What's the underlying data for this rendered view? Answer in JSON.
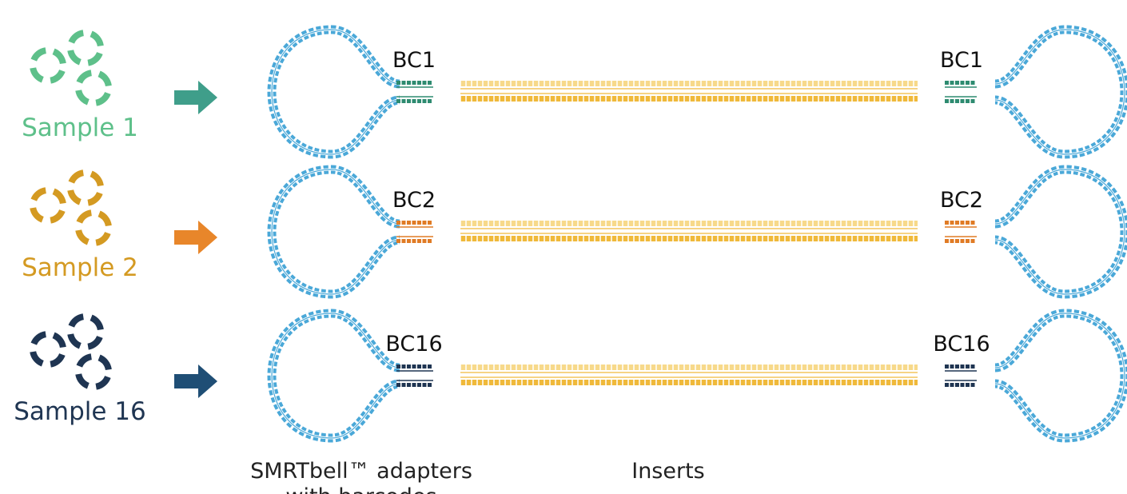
{
  "rows": [
    {
      "sample_label": "Sample 1",
      "barcode_left": "BC1",
      "barcode_right": "BC1",
      "color": "#5ec08a",
      "arrow_color": "#3f9e8a",
      "barcode_color": "#2e8b70"
    },
    {
      "sample_label": "Sample 2",
      "barcode_left": "BC2",
      "barcode_right": "BC2",
      "color": "#d49a22",
      "arrow_color": "#e8862a",
      "barcode_color": "#e07b25"
    },
    {
      "sample_label": "Sample 16",
      "barcode_left": "BC16",
      "barcode_right": "BC16",
      "color": "#1f3552",
      "arrow_color": "#1f4e75",
      "barcode_color": "#1f3552"
    }
  ],
  "captions": {
    "adapters_line1": "SMRTbell™ adapters",
    "adapters_line2": "with barcodes",
    "inserts": "Inserts"
  },
  "colors": {
    "adapter": "#4aa8d8",
    "insert_dark": "#f0b93a",
    "insert_light": "#f7d98a"
  }
}
